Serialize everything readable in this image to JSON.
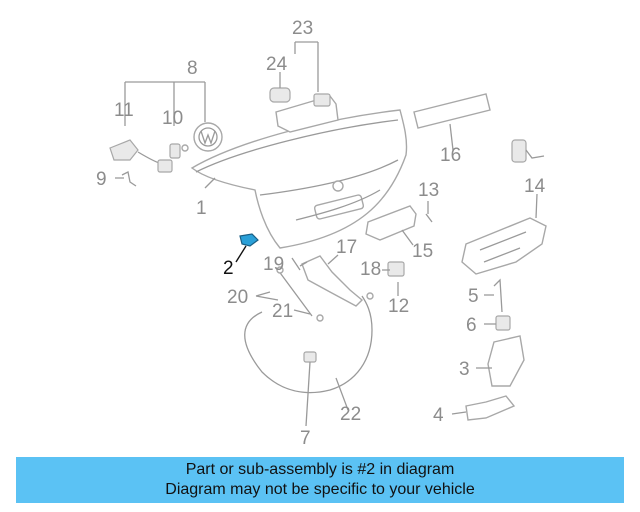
{
  "callouts": {
    "c1": "1",
    "c2": "2",
    "c3": "3",
    "c4": "4",
    "c5": "5",
    "c6": "6",
    "c7": "7",
    "c8": "8",
    "c9": "9",
    "c10": "10",
    "c11": "11",
    "c12": "12",
    "c13": "13",
    "c14": "14",
    "c15": "15",
    "c16": "16",
    "c17": "17",
    "c18": "18",
    "c19": "19",
    "c20": "20",
    "c21": "21",
    "c22": "22",
    "c23": "23",
    "c24": "24"
  },
  "banner": {
    "line1": "Part or sub-assembly is #2 in diagram",
    "line2": "Diagram may not be specific to your vehicle"
  },
  "colors": {
    "banner": "#5bc2f4",
    "highlight_part": "#2aa0d8"
  }
}
